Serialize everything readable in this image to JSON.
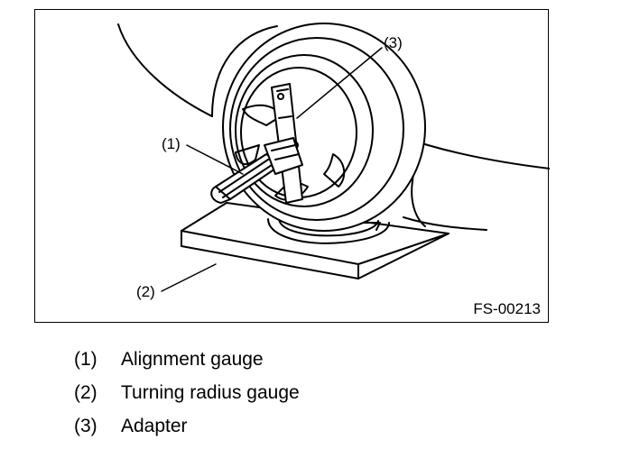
{
  "figure": {
    "code": "FS-00213",
    "callouts": [
      "(1)",
      "(2)",
      "(3)"
    ]
  },
  "legend": [
    {
      "num": "(1)",
      "text": "Alignment gauge"
    },
    {
      "num": "(2)",
      "text": "Turning radius gauge"
    },
    {
      "num": "(3)",
      "text": "Adapter"
    }
  ]
}
